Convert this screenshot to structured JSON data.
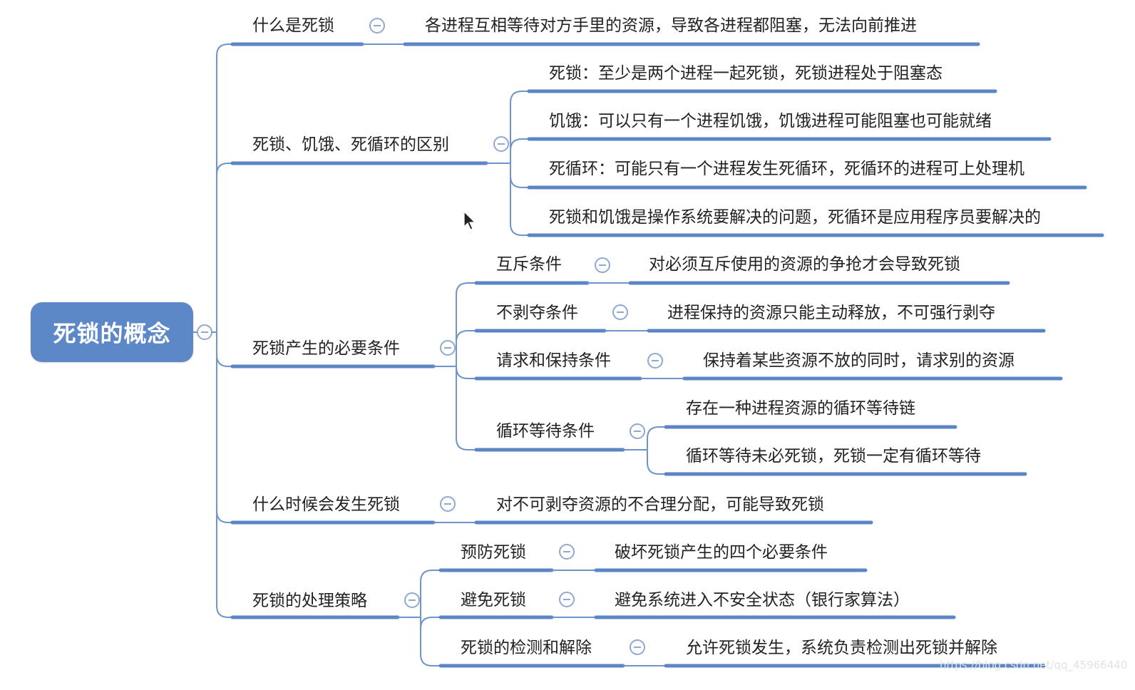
{
  "root": {
    "label": "死锁的概念"
  },
  "branches": [
    {
      "label": "什么是死锁",
      "children": [
        {
          "label": "各进程互相等待对方手里的资源，导致各进程都阻塞，无法向前推进"
        }
      ]
    },
    {
      "label": "死锁、饥饿、死循环的区别",
      "children": [
        {
          "label": "死锁：至少是两个进程一起死锁，死锁进程处于阻塞态"
        },
        {
          "label": "饥饿：可以只有一个进程饥饿，饥饿进程可能阻塞也可能就绪"
        },
        {
          "label": "死循环：可能只有一个进程发生死循环，死循环的进程可上处理机"
        },
        {
          "label": "死锁和饥饿是操作系统要解决的问题，死循环是应用程序员要解决的"
        }
      ]
    },
    {
      "label": "死锁产生的必要条件",
      "children": [
        {
          "label": "互斥条件",
          "children": [
            {
              "label": "对必须互斥使用的资源的争抢才会导致死锁"
            }
          ]
        },
        {
          "label": "不剥夺条件",
          "children": [
            {
              "label": "进程保持的资源只能主动释放，不可强行剥夺"
            }
          ]
        },
        {
          "label": "请求和保持条件",
          "children": [
            {
              "label": "保持着某些资源不放的同时，请求别的资源"
            }
          ]
        },
        {
          "label": "循环等待条件",
          "children": [
            {
              "label": "存在一种进程资源的循环等待链"
            },
            {
              "label": "循环等待未必死锁，死锁一定有循环等待"
            }
          ]
        }
      ]
    },
    {
      "label": "什么时候会发生死锁",
      "children": [
        {
          "label": "对不可剥夺资源的不合理分配，可能导致死锁"
        }
      ]
    },
    {
      "label": "死锁的处理策略",
      "children": [
        {
          "label": "预防死锁",
          "children": [
            {
              "label": "破坏死锁产生的四个必要条件"
            }
          ]
        },
        {
          "label": "避免死锁",
          "children": [
            {
              "label": "避免系统进入不安全状态（银行家算法）"
            }
          ]
        },
        {
          "label": "死锁的检测和解除",
          "children": [
            {
              "label": "允许死锁发生，系统负责检测出死锁并解除"
            }
          ]
        }
      ]
    }
  ],
  "watermark": "https://blog.csdn.net/qq_45966440",
  "colors": {
    "connector": "#6f94cc",
    "underline": "#5b86c5",
    "root_fill": "#5d88c8",
    "collapse_icon": "#8fa9d3"
  },
  "icons": {
    "collapse": "minus-circle-icon",
    "cursor": "mouse-pointer-icon"
  }
}
